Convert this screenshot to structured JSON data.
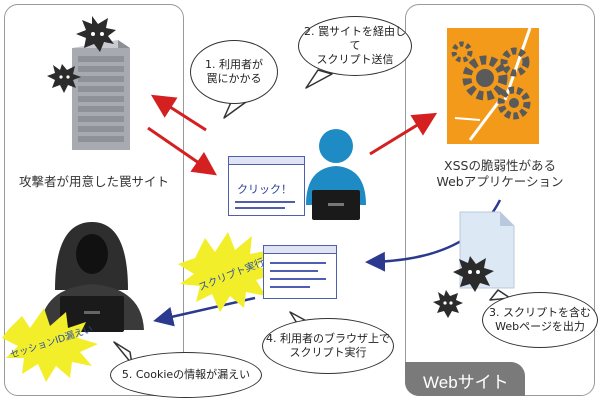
{
  "labels": {
    "trap_site": "攻撃者が用意した罠サイト",
    "xss_vuln_line1": "XSSの脆弱性がある",
    "xss_vuln_line2": "Webアプリケーション",
    "website": "Webサイト",
    "click": "クリック！",
    "script_run": "スクリプト実行",
    "session_leak": "セッションID漏えい"
  },
  "steps": [
    {
      "line1": "1. 利用者が",
      "line2": "罠にかかる"
    },
    {
      "line1": "2. 罠サイトを経由して",
      "line2": "スクリプト送信"
    },
    {
      "line1": "3. スクリプトを含む",
      "line2": "Webページを出力"
    },
    {
      "line1": "4. 利用者のブラウザ上で",
      "line2": "スクリプト実行"
    },
    {
      "line1": "5. Cookieの情報が漏えい",
      "line2": ""
    }
  ],
  "colors": {
    "red_arrow": "#d42020",
    "blue_arrow": "#2b3a8f",
    "window_border": "#4d5fae",
    "burst": "#f2ee2a",
    "server": "#a7aab0",
    "user": "#1f8bc4",
    "gear_bg": "#f39a1a",
    "gear": "#5a5a5a",
    "website_tab": "#7a7a7a"
  },
  "icons": [
    "server-icon",
    "virus-icon",
    "user-icon",
    "hacker-icon",
    "gears-icon",
    "document-icon",
    "browser-window-icon",
    "burst-icon",
    "arrow-icon"
  ]
}
